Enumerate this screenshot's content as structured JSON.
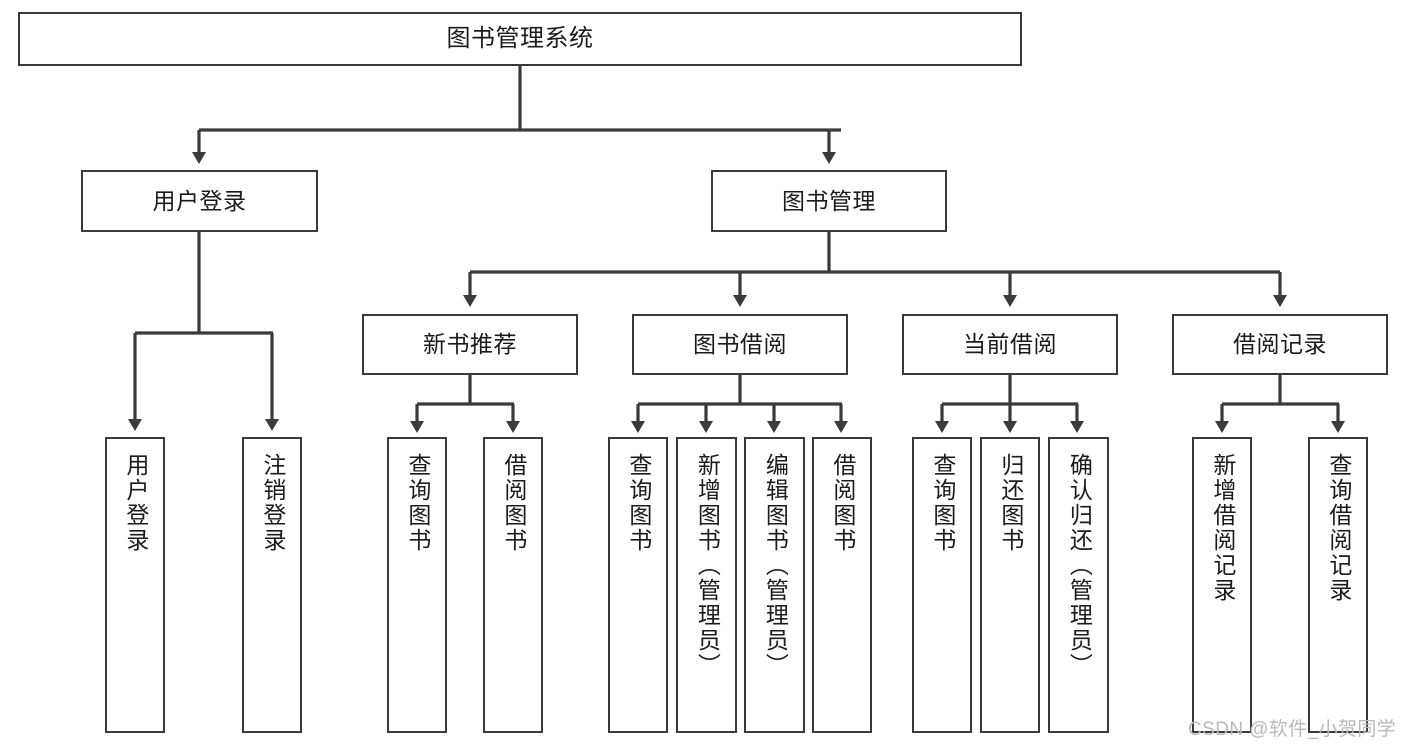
{
  "diagram": {
    "title": "图书管理系统",
    "watermark": "CSDN @软件_小贺同学",
    "colors": {
      "box_border": "#3a3a3a",
      "connector": "#3a3a3a",
      "background": "#ffffff",
      "text": "#1b1b1b",
      "watermark": "#b9b9b9"
    },
    "nodes": {
      "root": "图书管理系统",
      "level2": {
        "user_login": "用户登录",
        "book_management": "图书管理"
      },
      "level3": {
        "new_book_recommend": "新书推荐",
        "book_borrow": "图书借阅",
        "current_borrow": "当前借阅",
        "borrow_record": "借阅记录"
      },
      "leaves": {
        "user_login_children": [
          "用户登录",
          "注销登录"
        ],
        "new_book_recommend_children": [
          "查询图书",
          "借阅图书"
        ],
        "book_borrow_children": [
          "查询图书",
          "新增图书（管理员）",
          "编辑图书（管理员）",
          "借阅图书"
        ],
        "current_borrow_children": [
          "查询图书",
          "归还图书",
          "确认归还（管理员）"
        ],
        "borrow_record_children": [
          "新增借阅记录",
          "查询借阅记录"
        ]
      }
    }
  }
}
